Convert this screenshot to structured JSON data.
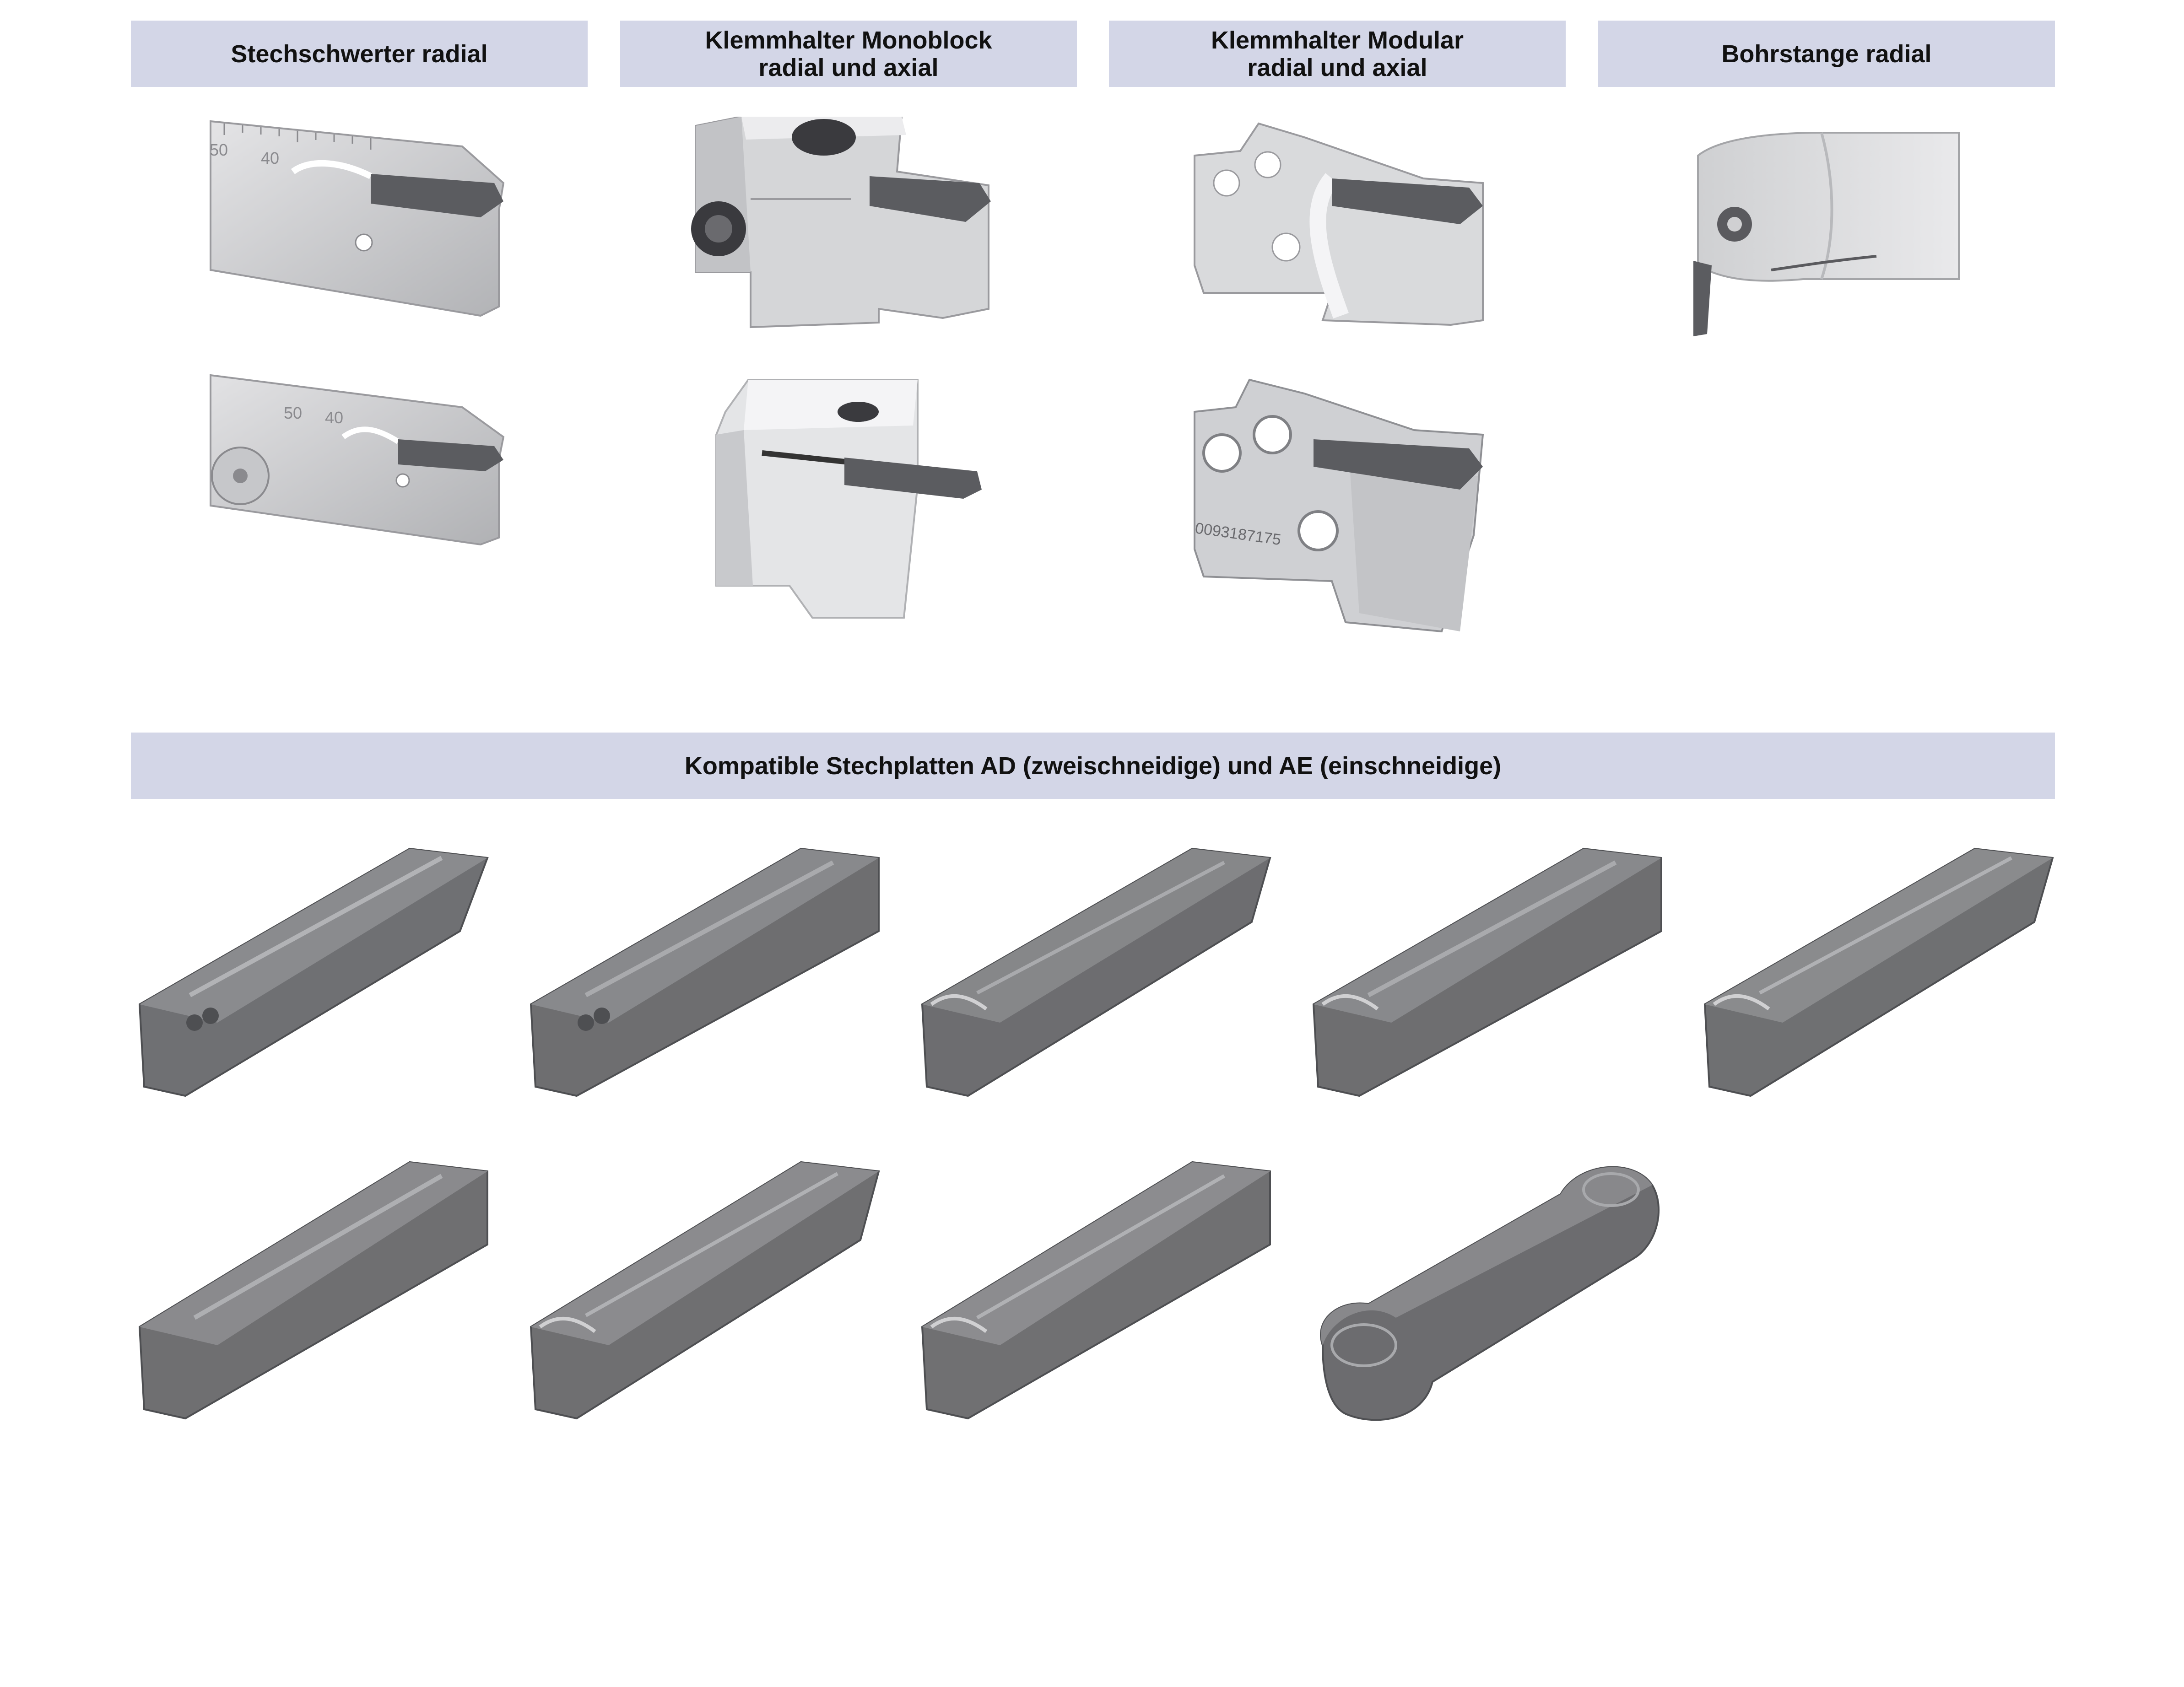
{
  "section_top": {
    "columns": [
      {
        "title": "Stechschwerter radial"
      },
      {
        "title": "Klemmhalter Monoblock\nradial und axial"
      },
      {
        "title": "Klemmhalter Modular\nradial und axial"
      },
      {
        "title": "Bohrstange radial"
      }
    ],
    "ruler_labels": [
      "50",
      "40"
    ],
    "part_number": "0093187175"
  },
  "section_bottom": {
    "title": "Kompatible Stechplatten AD (zweischneidige) und AE (einschneidige)"
  },
  "colors": {
    "header_bg": "#d3d6e7",
    "insert_gray": "#6e6e70",
    "holder_silver": "#c9cacc"
  }
}
